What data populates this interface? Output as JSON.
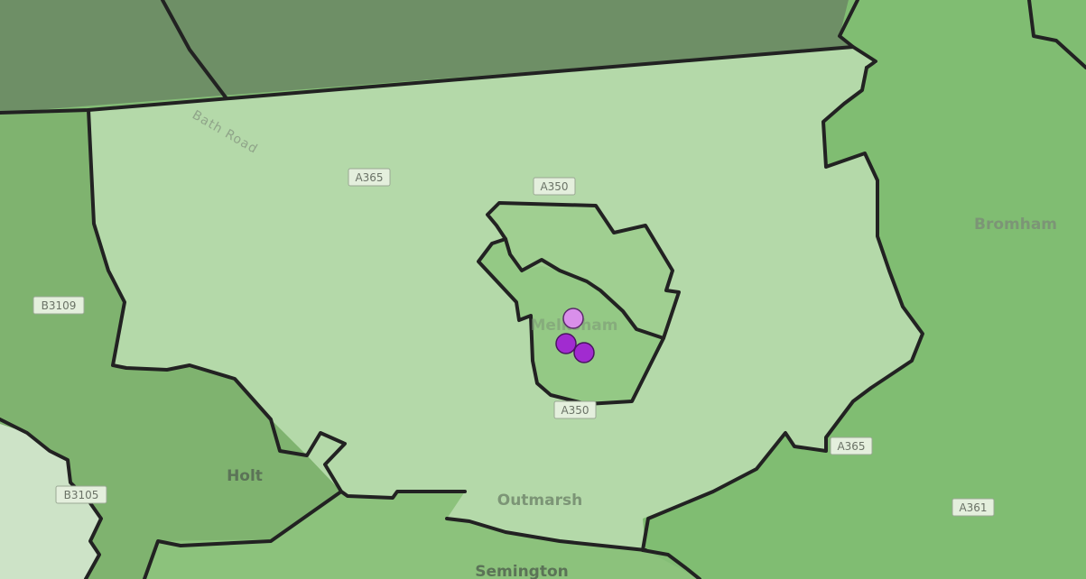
{
  "map": {
    "place_labels": {
      "bromham": "Bromham",
      "holt": "Holt",
      "outmarsh": "Outmarsh",
      "semington": "Semington",
      "melksham": "Melksham"
    },
    "road_names": {
      "bath_road": "Bath Road"
    },
    "road_badges": {
      "a365_west": "A365",
      "a350_north": "A350",
      "a350_south": "A350",
      "a365_east": "A365",
      "a361": "A361",
      "b3109": "B3109",
      "b3105": "B3105"
    },
    "colors": {
      "central_area": "#b4d9a9",
      "inner_ward": "#94c985",
      "east_area": "#80bd72",
      "west_area": "#7fb36f",
      "north_area": "#6e8f66",
      "south_area": "#8cc27c",
      "far_west_area": "#cde3c7",
      "boundary": "#222222",
      "marker_primary": "#a12bd0",
      "marker_light": "#d98fea"
    },
    "markers": [
      {
        "id": "marker-1",
        "shade": "light"
      },
      {
        "id": "marker-2",
        "shade": "primary"
      },
      {
        "id": "marker-3",
        "shade": "primary"
      }
    ]
  }
}
